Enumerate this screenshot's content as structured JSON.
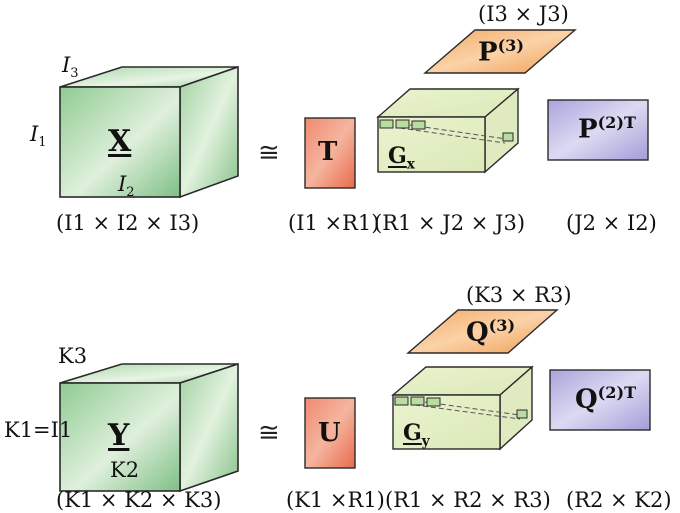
{
  "approx": "≅",
  "x_decomp": {
    "tensor": {
      "letter": "X",
      "dim_depth": "3",
      "dim_rows": "1",
      "dim_cols": "2",
      "size": "(I1 × I2 × I3)"
    },
    "factor_left": {
      "letter": "T",
      "size": "(I1 ×R1)"
    },
    "core": {
      "letter": "G",
      "sub": "x",
      "size": "(R1 × J2 × J3)"
    },
    "factor_top": {
      "letter": "P",
      "sup": "(3)",
      "size": "(I3 × J3)"
    },
    "factor_right": {
      "letter": "P",
      "sup": "(2)T",
      "size": "(J2 × I2)"
    }
  },
  "y_decomp": {
    "tensor": {
      "letter": "Y",
      "dim_depth": "K3",
      "dim_rows": "K1=I1",
      "dim_cols": "K2",
      "size": "(K1 × K2 × K3)"
    },
    "factor_left": {
      "letter": "U",
      "size": "(K1 ×R1)"
    },
    "core": {
      "letter": "G",
      "sub": "y",
      "size": "(R1 × R2 × R3)"
    },
    "factor_top": {
      "letter": "Q",
      "sup": "(3)",
      "size": "(K3 × R3)"
    },
    "factor_right": {
      "letter": "Q",
      "sup": "(2)T",
      "size": "(R2 × K2)"
    }
  },
  "colors": {
    "tensor_green": "#8ac88e",
    "core_green": "#e6f0c8",
    "factor_red": "#ef7a60",
    "factor_orange": "#f4ad6c",
    "factor_purple": "#b9b4e2"
  }
}
